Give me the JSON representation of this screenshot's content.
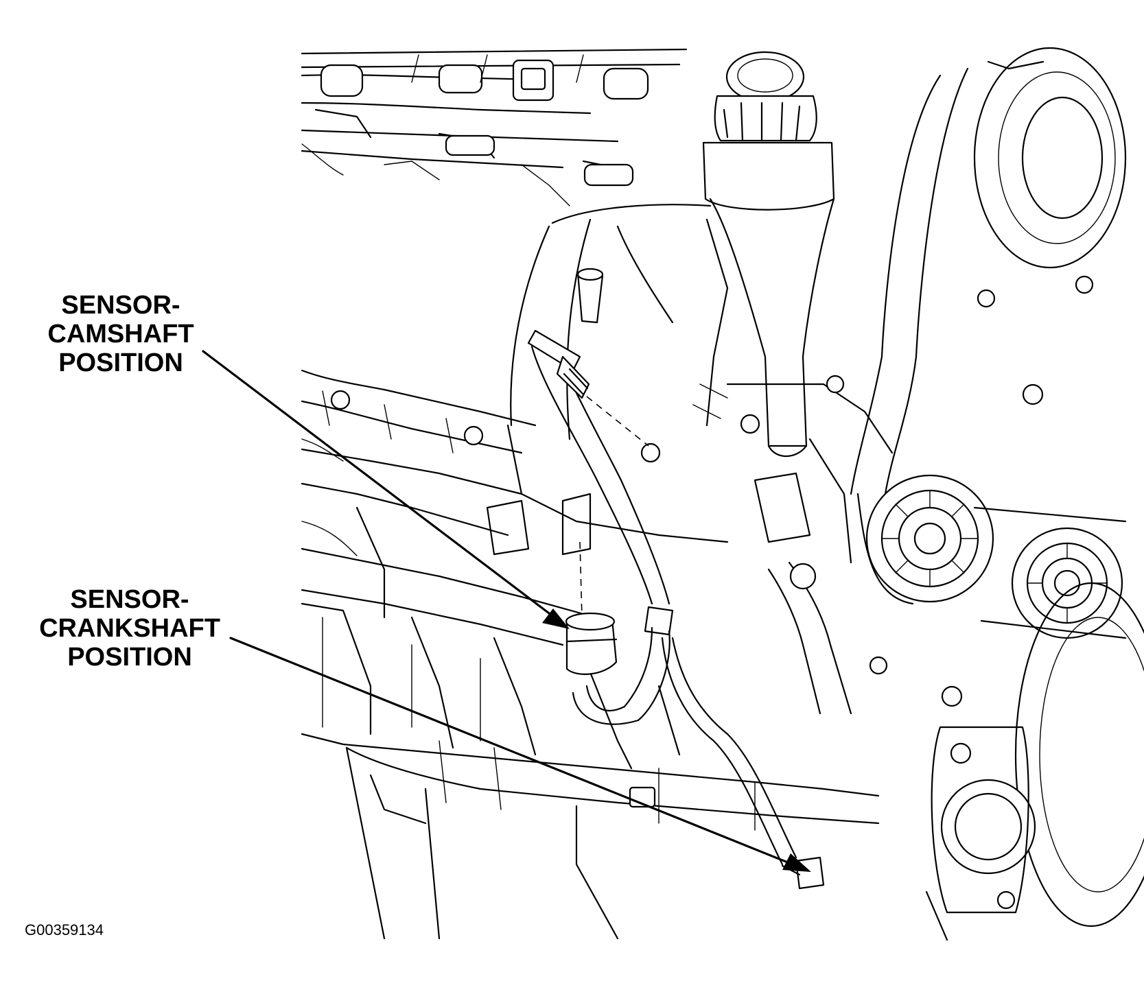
{
  "callouts": {
    "camshaft": {
      "lines": [
        "SENSOR-",
        "CAMSHAFT",
        "POSITION"
      ]
    },
    "crankshaft": {
      "lines": [
        "SENSOR-",
        "CRANKSHAFT",
        "POSITION"
      ]
    }
  },
  "figure_id": "G00359134",
  "colors": {
    "ink": "#000000",
    "paper": "#ffffff"
  }
}
